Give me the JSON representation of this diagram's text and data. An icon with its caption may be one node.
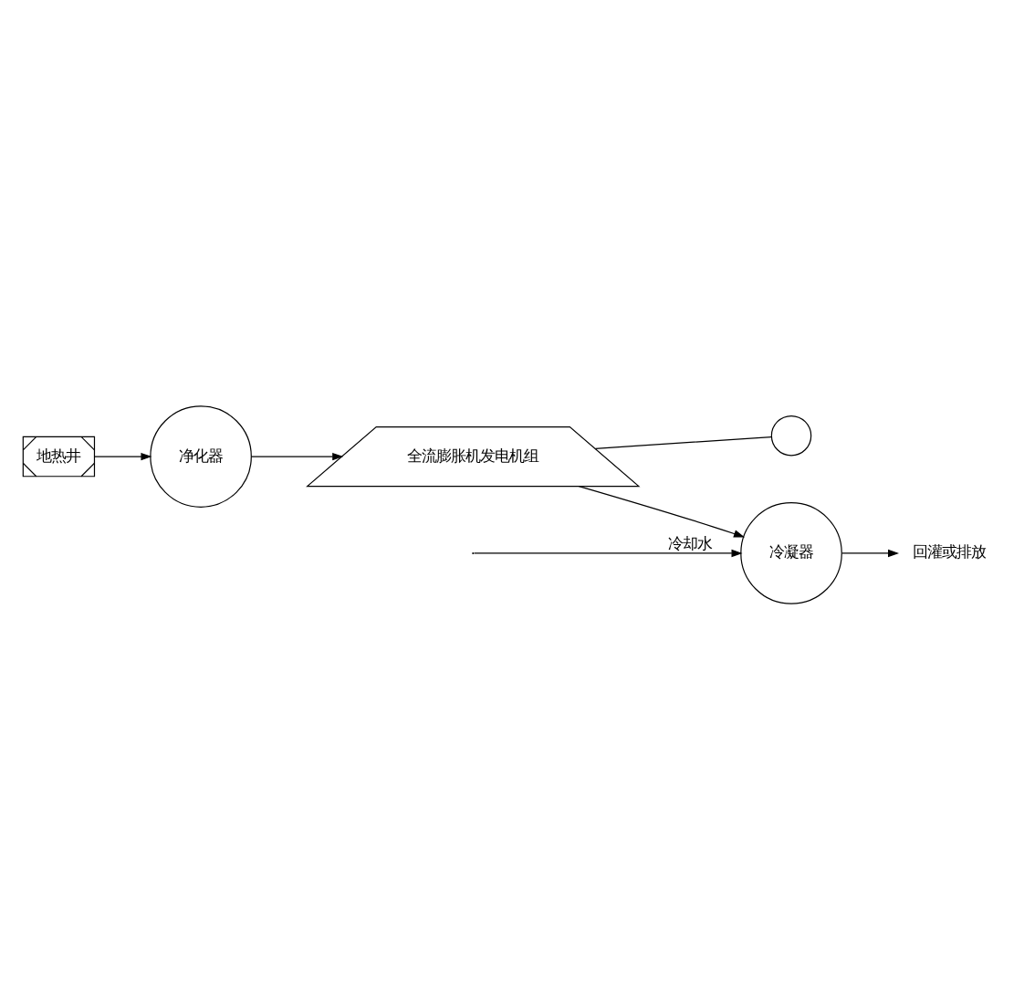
{
  "diagram": {
    "nodes": [
      {
        "text": [
          "地热井"
        ]
      },
      {
        "text": [
          "净化器"
        ]
      },
      {
        "text": [
          "全流膨胀机发电机组"
        ]
      },
      {
        "text": [],
        "shape": "circle"
      },
      {
        "text": [
          "冷凝器"
        ]
      },
      {
        "text": [
          "回灌或排放"
        ]
      }
    ],
    "edges": [
      {
        "from": 0,
        "to": 1,
        "arrow": "to"
      },
      {
        "from": 1,
        "to": 2,
        "arrow": "to"
      },
      {
        "from": 2,
        "to": 3,
        "arrow": "none"
      },
      {
        "from": 2,
        "to": 4,
        "arrow": "to"
      },
      {
        "from": 4,
        "to": 5,
        "arrow": "to"
      },
      {
        "from": null,
        "to": 4,
        "arrow": "to",
        "label": "冷却水"
      }
    ]
  }
}
